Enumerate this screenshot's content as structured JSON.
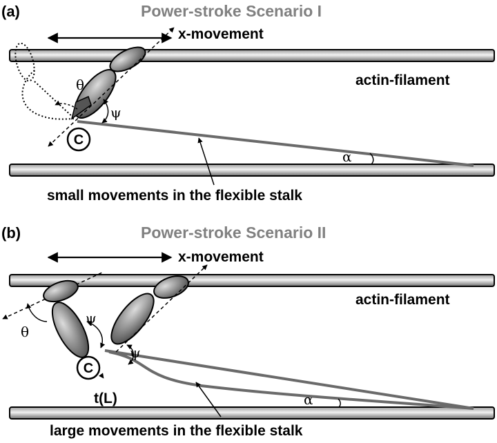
{
  "panels": [
    {
      "label": "(a)",
      "title": "Power-stroke Scenario I",
      "x_movement": "x-movement",
      "actin": "actin-filament",
      "caption": "small movements in the flexible stalk",
      "theta": "θ",
      "psi": "ψ",
      "alpha": "α",
      "c_mark": "C"
    },
    {
      "label": "(b)",
      "title": "Power-stroke Scenario II",
      "x_movement": "x-movement",
      "actin": "actin-filament",
      "caption": "large movements in the flexible stalk",
      "theta": "θ",
      "psi_left": "ψ",
      "psi_right": "ψ",
      "alpha": "α",
      "c_mark": "C",
      "tl": "t(L)"
    }
  ]
}
